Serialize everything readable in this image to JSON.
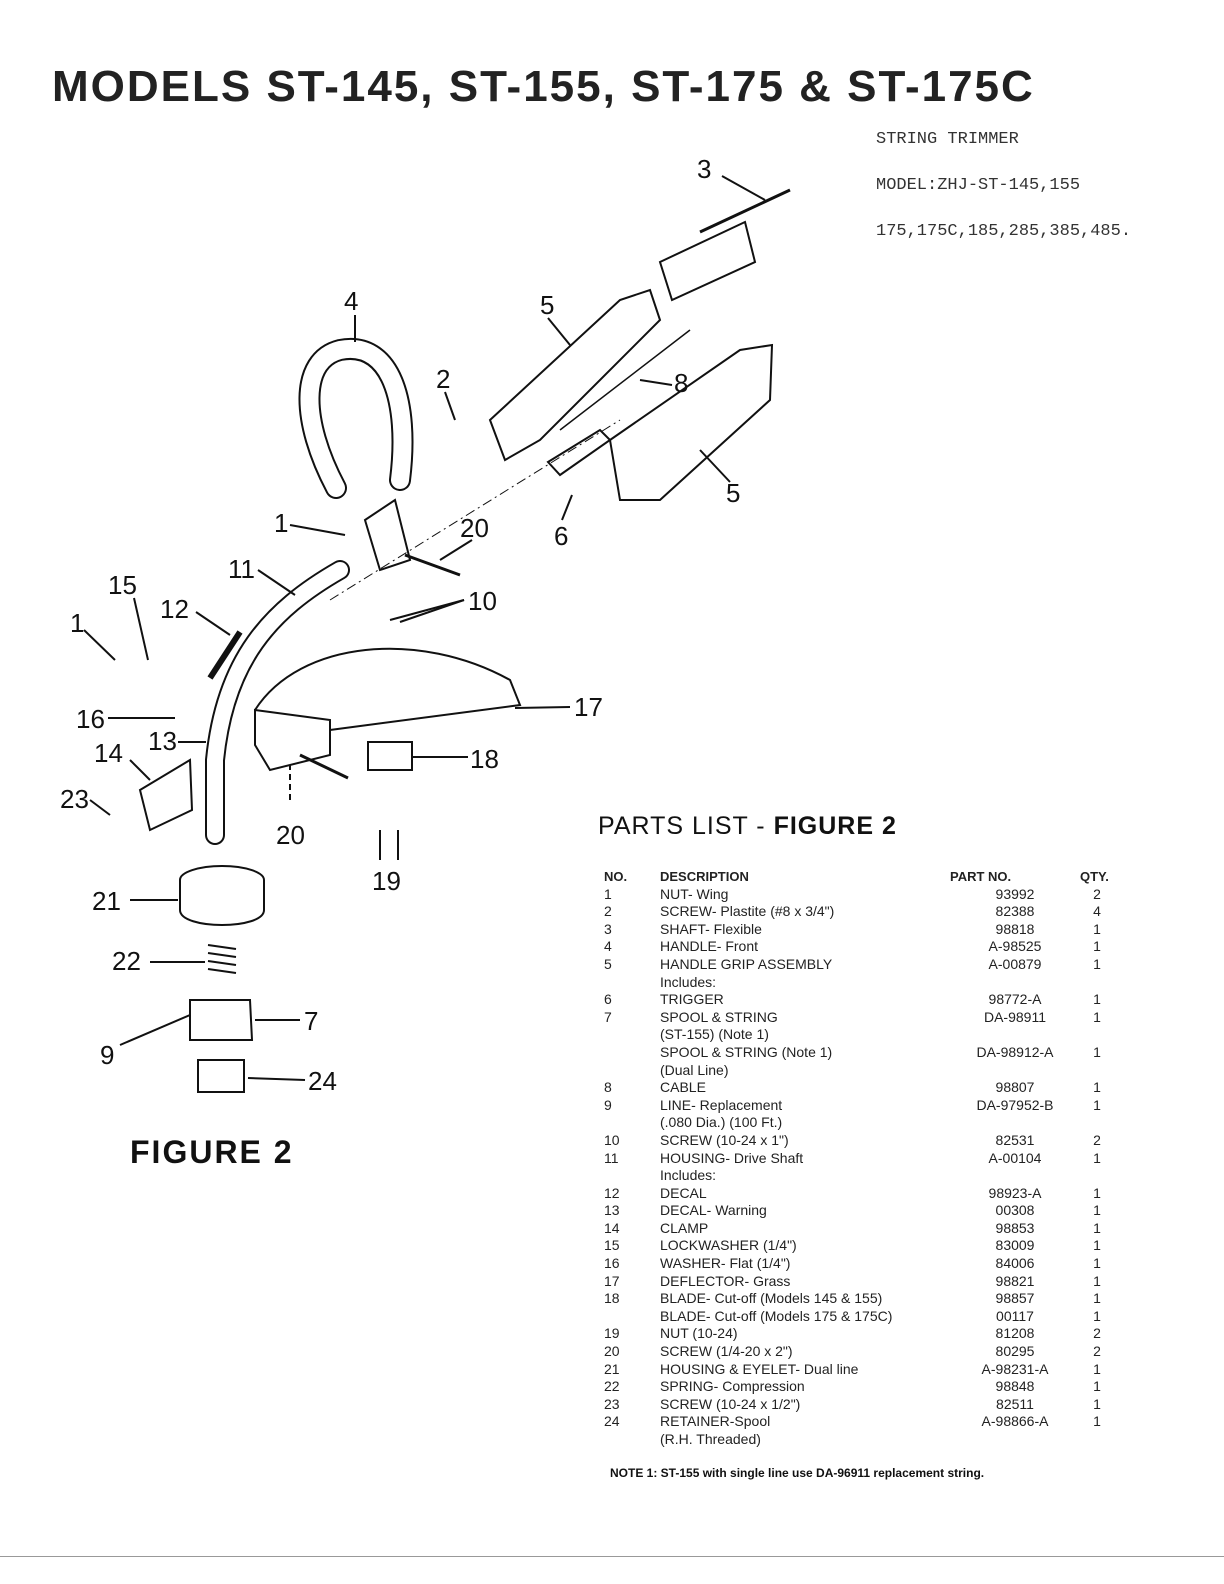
{
  "header": {
    "title": "MODELS ST-145, ST-155, ST-175 & ST-175C",
    "product": "STRING TRIMMER",
    "model_line": "MODEL:ZHJ-ST-145,155",
    "model_line2": "175,175C,185,285,385,485."
  },
  "figure": {
    "label": "FIGURE 2",
    "callouts": [
      "3",
      "4",
      "5",
      "2",
      "8",
      "5",
      "6",
      "1",
      "20",
      "11",
      "10",
      "15",
      "12",
      "1",
      "17",
      "16",
      "13",
      "14",
      "18",
      "23",
      "20",
      "19",
      "21",
      "22",
      "7",
      "9",
      "24"
    ]
  },
  "parts_list": {
    "title_prefix": "PARTS LIST - ",
    "title_bold": "FIGURE 2",
    "headers": {
      "no": "NO.",
      "description": "DESCRIPTION",
      "part_no": "PART NO.",
      "qty": "QTY."
    },
    "rows": [
      {
        "no": "1",
        "desc": "NUT- Wing",
        "part": "93992",
        "qty": "2"
      },
      {
        "no": "2",
        "desc": "SCREW- Plastite (#8 x 3/4\")",
        "part": "82388",
        "qty": "4"
      },
      {
        "no": "3",
        "desc": "SHAFT- Flexible",
        "part": "98818",
        "qty": "1"
      },
      {
        "no": "4",
        "desc": "HANDLE- Front",
        "part": "A-98525",
        "qty": "1"
      },
      {
        "no": "5",
        "desc": "HANDLE GRIP ASSEMBLY",
        "part": "A-00879",
        "qty": "1"
      },
      {
        "no": "",
        "desc": "Includes:",
        "part": "",
        "qty": "",
        "indent": true
      },
      {
        "no": "6",
        "desc": "TRIGGER",
        "part": "98772-A",
        "qty": "1",
        "indent": true
      },
      {
        "no": "7",
        "desc": "SPOOL & STRING",
        "part": "DA-98911",
        "qty": "1"
      },
      {
        "no": "",
        "desc": "(ST-155) (Note 1)",
        "part": "",
        "qty": ""
      },
      {
        "no": "",
        "desc": "SPOOL & STRING (Note 1)",
        "part": "DA-98912-A",
        "qty": "1"
      },
      {
        "no": "",
        "desc": "(Dual Line)",
        "part": "",
        "qty": ""
      },
      {
        "no": "8",
        "desc": "CABLE",
        "part": "98807",
        "qty": "1"
      },
      {
        "no": "9",
        "desc": "LINE- Replacement",
        "part": "DA-97952-B",
        "qty": "1"
      },
      {
        "no": "",
        "desc": "(.080 Dia.) (100 Ft.)",
        "part": "",
        "qty": ""
      },
      {
        "no": "10",
        "desc": "SCREW (10-24 x 1\")",
        "part": "82531",
        "qty": "2"
      },
      {
        "no": "11",
        "desc": "HOUSING- Drive Shaft",
        "part": "A-00104",
        "qty": "1"
      },
      {
        "no": "",
        "desc": "Includes:",
        "part": "",
        "qty": "",
        "indent": true
      },
      {
        "no": "12",
        "desc": "DECAL",
        "part": "98923-A",
        "qty": "1",
        "indent": true
      },
      {
        "no": "13",
        "desc": "DECAL- Warning",
        "part": "00308",
        "qty": "1",
        "indent": true
      },
      {
        "no": "14",
        "desc": "CLAMP",
        "part": "98853",
        "qty": "1",
        "indent": true
      },
      {
        "no": "15",
        "desc": "LOCKWASHER (1/4\")",
        "part": "83009",
        "qty": "1"
      },
      {
        "no": "16",
        "desc": "WASHER- Flat (1/4\")",
        "part": "84006",
        "qty": "1"
      },
      {
        "no": "17",
        "desc": "DEFLECTOR- Grass",
        "part": "98821",
        "qty": "1"
      },
      {
        "no": "18",
        "desc": "BLADE- Cut-off (Models 145 & 155)",
        "part": "98857",
        "qty": "1"
      },
      {
        "no": "",
        "desc": "BLADE- Cut-off (Models 175 & 175C)",
        "part": "00117",
        "qty": "1"
      },
      {
        "no": "19",
        "desc": "NUT (10-24)",
        "part": "81208",
        "qty": "2"
      },
      {
        "no": "20",
        "desc": "SCREW (1/4-20 x 2\")",
        "part": "80295",
        "qty": "2"
      },
      {
        "no": "21",
        "desc": "HOUSING & EYELET- Dual line",
        "part": "A-98231-A",
        "qty": "1"
      },
      {
        "no": "22",
        "desc": "SPRING- Compression",
        "part": "98848",
        "qty": "1"
      },
      {
        "no": "23",
        "desc": "SCREW (10-24 x 1/2\")",
        "part": "82511",
        "qty": "1"
      },
      {
        "no": "24",
        "desc": "RETAINER-Spool",
        "part": "A-98866-A",
        "qty": "1"
      },
      {
        "no": "",
        "desc": "(R.H. Threaded)",
        "part": "",
        "qty": ""
      }
    ],
    "note": "NOTE 1: ST-155 with single line use DA-96911 replacement string."
  }
}
